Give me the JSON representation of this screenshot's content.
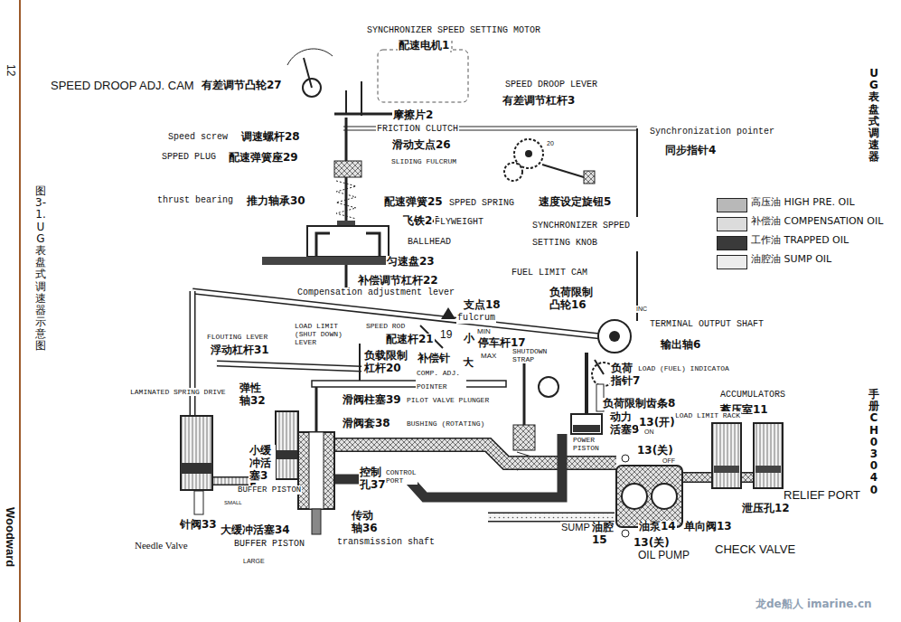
{
  "diagram": {
    "caption": "图 3-1. UG 表盘式调速器示意图",
    "labels": [
      "SYNCHRONIZER SPEED SETTING MOTOR",
      "配速电机1",
      "SPEED DROOP ADJ. CAM",
      "有差调节凸轮27",
      "SPEED DROOP LEVER",
      "有差调节杠杆3",
      "摩擦片2",
      "FRICTION CLUTCH",
      "Synchronization pointer",
      "Speed screw",
      "调速螺杆28",
      "滑动支点26",
      "同步指针4",
      "SPPED PLUG",
      "配速弹簧座29",
      "SLIDING FULCRUM",
      "thrust bearing",
      "推力轴承30",
      "配速弹簧25",
      "SPPED SPRING",
      "速度设定旋钮5",
      "飞铁24",
      "FLYWEIGHT",
      "SYNCHRONIZER SPPED SETTING KNOB",
      "BALLHEAD",
      "匀速盘23",
      "FUEL LIMIT CAM",
      "补偿调节杠杆22",
      "负荷限制 凸轮16",
      "Compensation adjustment lever",
      "支点18",
      "fulcrum",
      "INC",
      "TERMINAL OUTPUT SHAFT",
      "LOAD LIMIT (SHUT DOWN) LEVER",
      "SPEED ROD",
      "配速杆21",
      "19",
      "小",
      "MIN",
      "停车杆17",
      "输出轴6",
      "FLOUTING LEVER",
      "浮动杠杆31",
      "SHUTDOWN STRAP",
      "MAX",
      "负载限制 杠杆20",
      "补偿针",
      "大",
      "负荷 指针7",
      "COMP. ADJ. POINTER",
      "LOAD (FUEL) INDICATOA",
      "LAMINATED SPRING DRIVE",
      "弹性 轴32",
      "滑阀柱塞39",
      "PILOT VALVE PLUNGER",
      "ACCUMULATORS",
      "负荷限制齿条8",
      "蓄压室11",
      "LOAD LIMIT RACK",
      "动力 活塞9",
      "13(开)",
      "滑阀套38",
      "BUSHING (ROTATING)",
      "ON",
      "POWER PISTON",
      "13(关)",
      "小缓冲活塞35",
      "OFF",
      "控制 孔37",
      "CONTROL PORT",
      "BUFFER PISTON",
      "RELIEF PORT",
      "SMALL",
      "泄压孔12",
      "传动 轴36",
      "针阀33",
      "SUMP",
      "油腔 15",
      "油泵14",
      "单向阀13",
      "大缓冲活塞34",
      "transmission shaft",
      "13(关)",
      "BUFFER PISTON",
      "Needle Valve",
      "CHECK VALVE",
      "OIL PUMP",
      "LARGE",
      "12",
      "Woodward",
      "UG 表盘式调速器",
      "手册 CH03040",
      "龙de船人 imarine.cn",
      "20"
    ],
    "legend": [
      {
        "text": "高压油 HIGH PRE. OIL",
        "color": "#b8b8b8"
      },
      {
        "text": "补偿油 COMPENSATION OIL",
        "color": "#dcdcdc"
      },
      {
        "text": "工作油 TRAPPED OIL",
        "color": "#3a3a3a"
      },
      {
        "text": "油腔油 SUMP OIL",
        "color": "#ececec"
      }
    ]
  }
}
